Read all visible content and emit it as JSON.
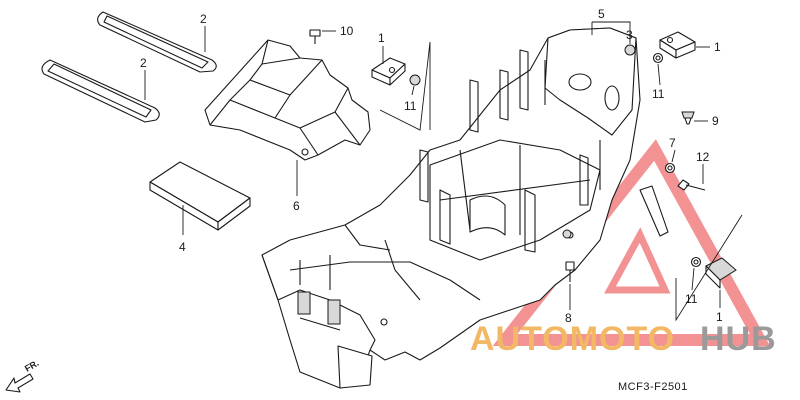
{
  "callouts": {
    "c1a": "1",
    "c1b": "1",
    "c1c": "1",
    "c2a": "2",
    "c2b": "2",
    "c3": "3",
    "c4": "4",
    "c5": "5",
    "c6": "6",
    "c7": "7",
    "c8": "8",
    "c9": "9",
    "c10": "10",
    "c11a": "11",
    "c11b": "11",
    "c11c": "11",
    "c12": "12"
  },
  "direction_marker": "FR.",
  "diagram_code": "MCF3-F2501",
  "watermark": {
    "part1": "AUTOMOTO",
    "part2": "HUB",
    "color_primary": "#f2b866",
    "color_secondary": "#9a9a9a",
    "triangle_color": "#f08080"
  }
}
